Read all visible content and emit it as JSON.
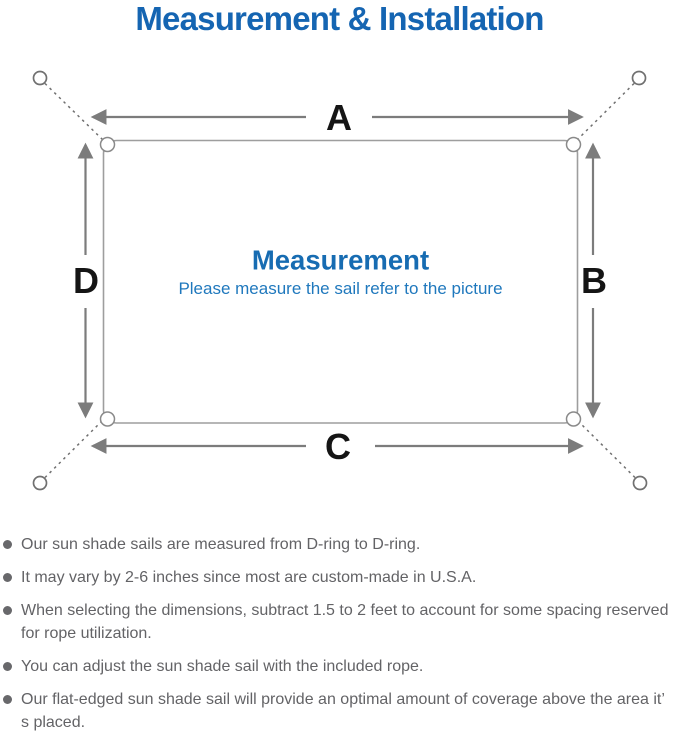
{
  "title": "Measurement & Installation",
  "diagram": {
    "dim_top": "A",
    "dim_right": "B",
    "dim_bottom": "C",
    "dim_left": "D",
    "center_title": "Measurement",
    "center_subtitle": "Please measure the sail refer to the picture"
  },
  "notes": [
    "Our sun shade sails are measured from D-ring to D-ring.",
    "It may vary by 2-6 inches since most are custom-made in U.S.A.",
    "When selecting the dimensions, subtract 1.5 to 2 feet to account for some spacing reserved for rope utilization.",
    "You can adjust the sun shade sail with the included rope.",
    "Our flat-edged sun shade sail will provide an optimal amount of coverage above the area it’ s placed."
  ],
  "colors": {
    "title_blue": "#1565b2",
    "center_text_blue": "#176cb2",
    "subtitle_blue": "#1f78bd",
    "note_gray": "#636366",
    "arrow_gray": "#7c7c7c",
    "outline_gray": "#9e9e9e"
  }
}
